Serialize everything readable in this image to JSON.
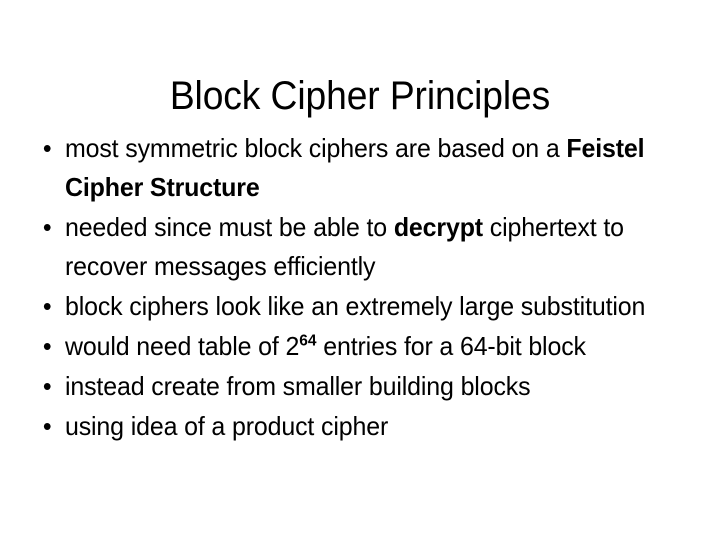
{
  "slide": {
    "title": "Block Cipher Principles",
    "bullet_marker": "•",
    "bullets": [
      {
        "id": "feistel-structure",
        "segments": [
          {
            "text": "most symmetric block ciphers are based on a ",
            "style": "normal"
          },
          {
            "text": "Feistel Cipher Structure",
            "style": "bold"
          }
        ]
      },
      {
        "id": "decrypt-ciphertext",
        "segments": [
          {
            "text": "needed since must be able to ",
            "style": "normal"
          },
          {
            "text": "decrypt",
            "style": "bold"
          },
          {
            "text": " ciphertext to recover messages efficiently",
            "style": "normal"
          }
        ]
      },
      {
        "id": "large-substitution",
        "segments": [
          {
            "text": "block ciphers look like an extremely large substitution",
            "style": "normal"
          }
        ]
      },
      {
        "id": "table-size",
        "segments": [
          {
            "text": "would need table of 2",
            "style": "normal"
          },
          {
            "text": "64",
            "style": "superscript"
          },
          {
            "text": " entries for a 64-bit block",
            "style": "normal"
          }
        ]
      },
      {
        "id": "building-blocks",
        "segments": [
          {
            "text": "instead create from smaller building blocks",
            "style": "normal"
          }
        ]
      },
      {
        "id": "product-cipher",
        "segments": [
          {
            "text": "using idea of a product cipher",
            "style": "normal"
          }
        ]
      }
    ]
  },
  "colors": {
    "background": "#ffffff",
    "text": "#000000"
  }
}
